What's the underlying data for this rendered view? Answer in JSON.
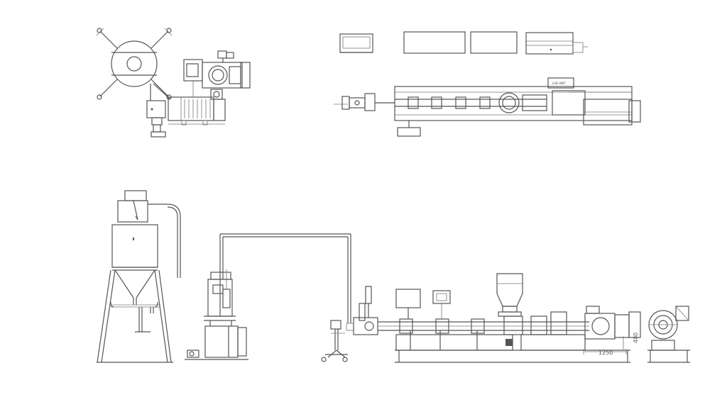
{
  "drawing": {
    "labels": {
      "lub_unit": "LUB UNIT",
      "dim_horizontal": "1250",
      "dim_vertical": "400"
    },
    "colors": {
      "line": "#555555",
      "background": "#ffffff"
    }
  }
}
